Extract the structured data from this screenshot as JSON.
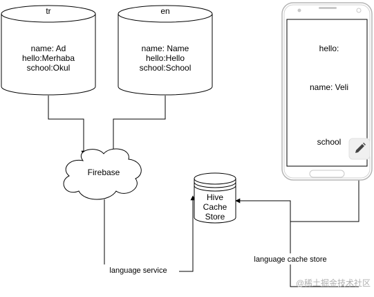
{
  "databases": {
    "tr": {
      "title": "tr",
      "lines": [
        "name: Ad",
        "hello:Merhaba",
        "school:Okul"
      ]
    },
    "en": {
      "title": "en",
      "lines": [
        "name: Name",
        "hello:Hello",
        "school:School"
      ]
    }
  },
  "firebase": {
    "label": "Firebase"
  },
  "hive": {
    "lines": [
      "Hive",
      "Cache",
      "Store"
    ]
  },
  "phone": {
    "hello": "hello:",
    "name": "name: Veli",
    "school": "school",
    "edit_icon": "pencil-icon"
  },
  "edges": {
    "language_service": "language service",
    "language_cache_store": "language cache store"
  },
  "watermark": "@稀土掘金技术社区"
}
